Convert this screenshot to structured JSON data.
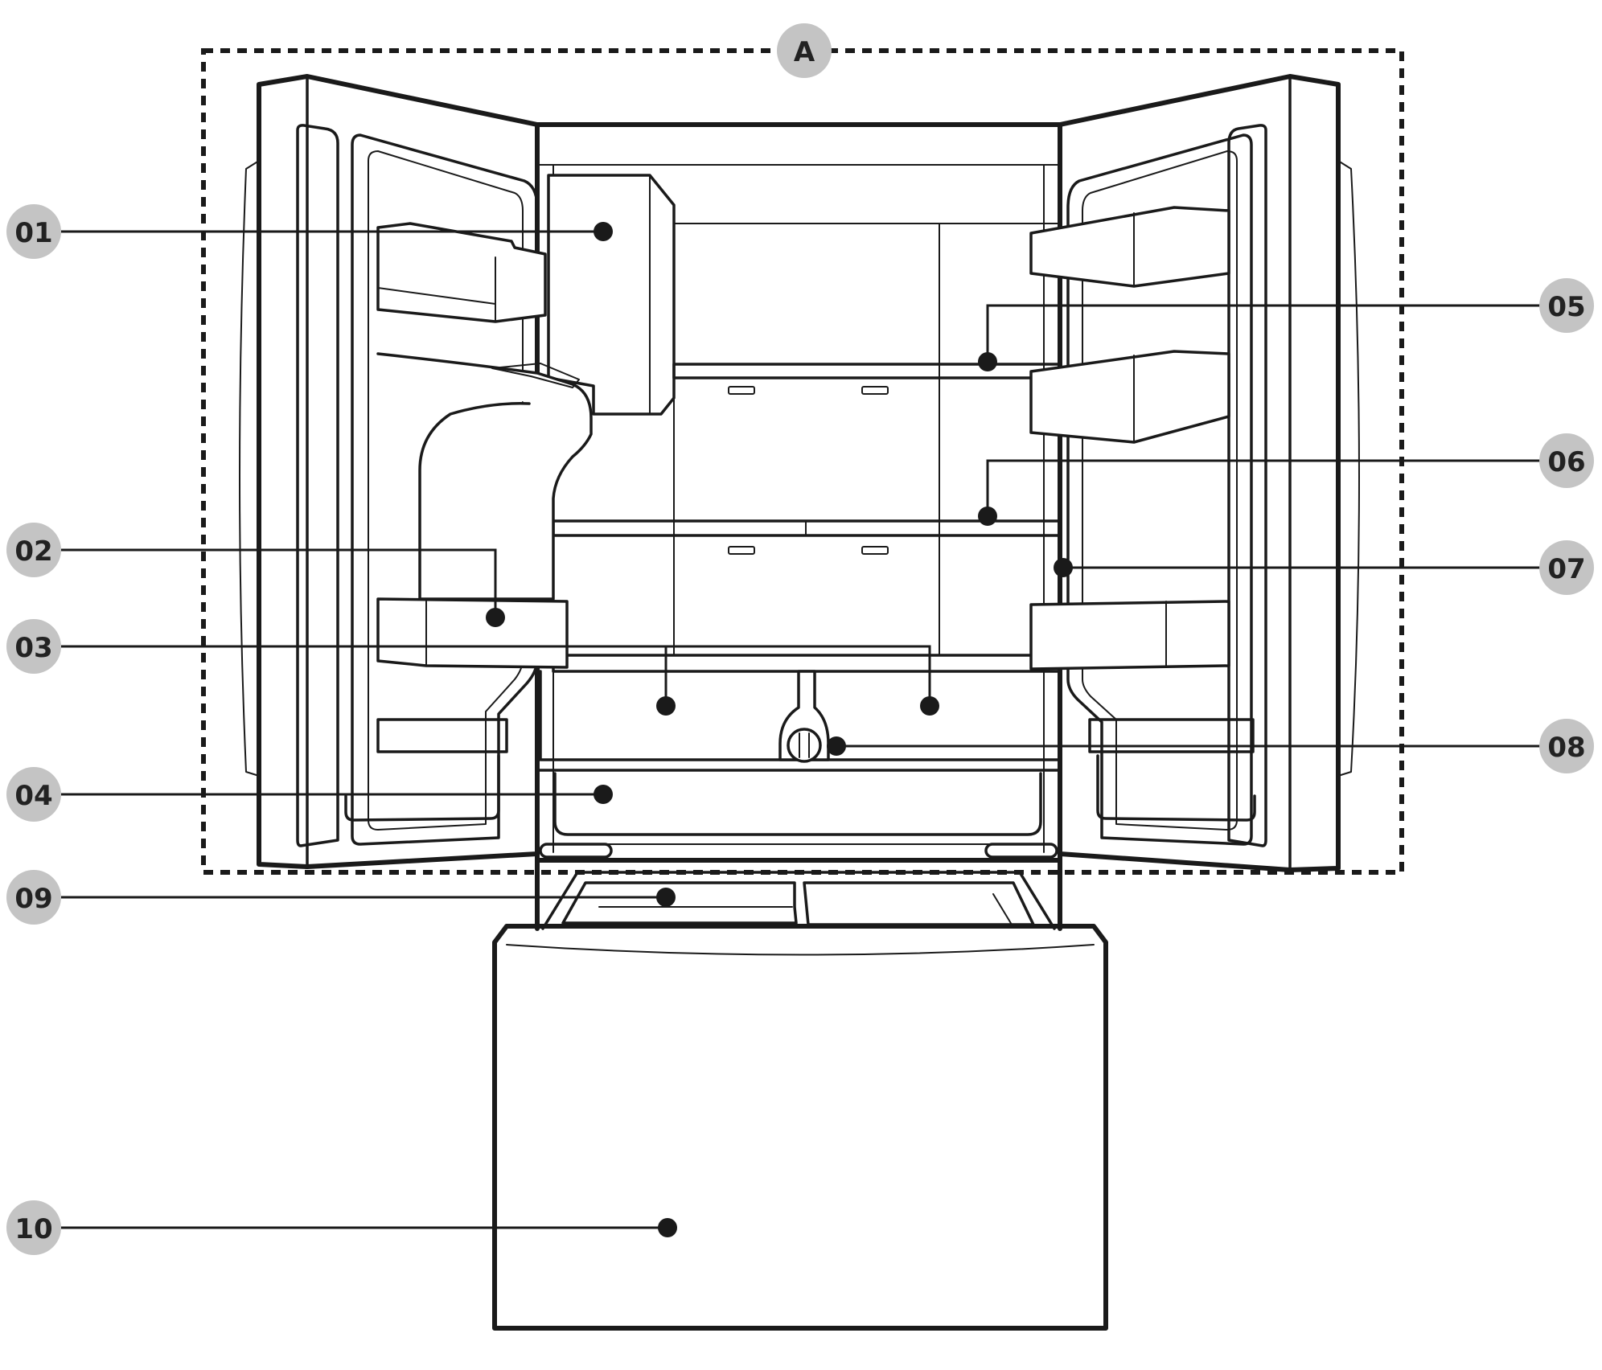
{
  "callouts": {
    "a": "A",
    "c01": "01",
    "c02": "02",
    "c03": "03",
    "c04": "04",
    "c05": "05",
    "c06": "06",
    "c07": "07",
    "c08": "08",
    "c09": "09",
    "c10": "10"
  },
  "colors": {
    "line": "#1a1a1a",
    "badge": "#c4c4c4",
    "badge_text": "#222222",
    "background": "#ffffff"
  }
}
